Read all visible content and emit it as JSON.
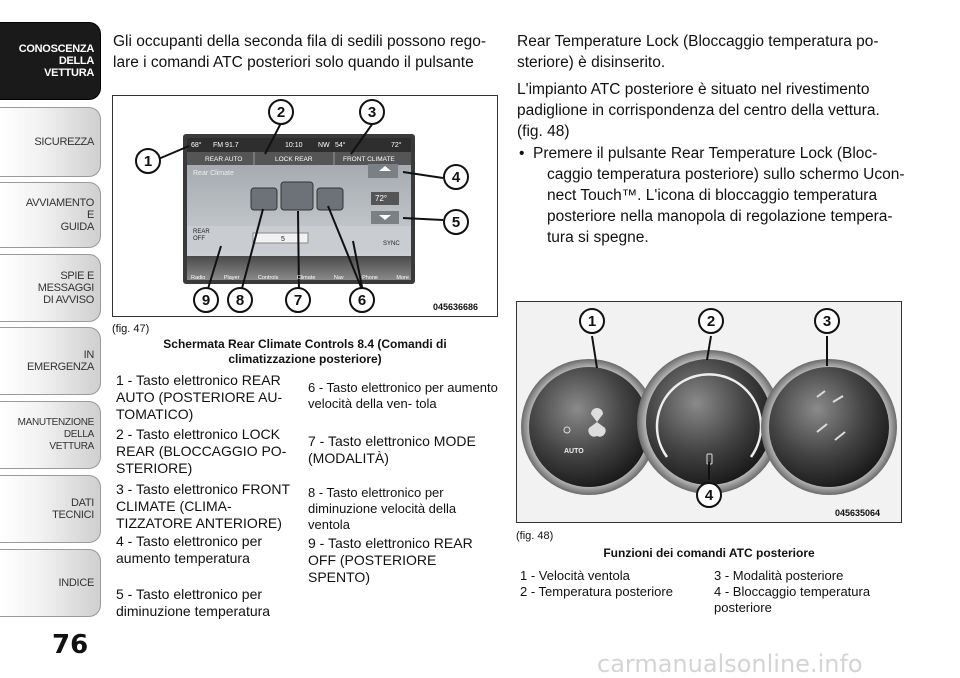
{
  "sidebar": {
    "tabs": [
      {
        "lines": [
          "CONOSCENZA",
          "DELLA",
          "VETTURA"
        ],
        "active": true
      },
      {
        "lines": [
          "SICUREZZA"
        ],
        "active": false
      },
      {
        "lines": [
          "AVVIAMENTO",
          "E",
          "GUIDA"
        ],
        "active": false
      },
      {
        "lines": [
          "SPIE E",
          "MESSAGGI",
          "DI AVVISO"
        ],
        "active": false
      },
      {
        "lines": [
          "IN",
          "EMERGENZA"
        ],
        "active": false
      },
      {
        "lines": [
          "MANUTENZIONE",
          "DELLA",
          "VETTURA"
        ],
        "active": false
      },
      {
        "lines": [
          "DATI",
          "TECNICI"
        ],
        "active": false
      },
      {
        "lines": [
          "INDICE"
        ],
        "active": false
      }
    ],
    "page_number": "76"
  },
  "left_col": {
    "intro_line1": "Gli occupanti della seconda fila di sedili possono rego-",
    "intro_line2": "lare i comandi ATC posteriori solo quando il pulsante",
    "fig47": {
      "label": "(fig. 47)",
      "code": "045636686",
      "caption_line1": "Schermata Rear Climate Controls 8.4 (Comandi di",
      "caption_line2": "climatizzazione posteriore)",
      "screen": {
        "temp_left": "68°",
        "radio": "FM 91.7",
        "time": "10:10",
        "compass": "NW",
        "outside": "54°",
        "temp_right": "72°",
        "rear_auto": "REAR AUTO",
        "lock_rear": "LOCK REAR",
        "front_climate": "FRONT CLIMATE",
        "title": "Rear Climate",
        "set_temp": "72°",
        "rear_off": "REAR OFF",
        "sync": "SYNC",
        "fan_level": "5",
        "bottom_bar": [
          "Radio",
          "Player",
          "Controls",
          "Climate",
          "Nav",
          "Phone",
          "More"
        ]
      },
      "callouts": [
        "1",
        "2",
        "3",
        "4",
        "5",
        "6",
        "7",
        "8",
        "9"
      ],
      "legend_left": [
        "1 - Tasto elettronico REAR AUTO (POSTERIORE AU- TOMATICO)",
        "2 - Tasto elettronico LOCK REAR (BLOCCAGGIO PO- STERIORE)",
        "3 - Tasto elettronico FRONT CLIMATE (CLIMA- TIZZATORE ANTERIORE)",
        "4 - Tasto elettronico per aumento temperatura",
        "5 - Tasto elettronico per diminuzione temperatura"
      ],
      "legend_right": [
        "6 - Tasto elettronico per aumento velocità della ven- tola",
        "7 - Tasto elettronico MODE (MODALITÀ)",
        "8 - Tasto elettronico per diminuzione velocità della ventola",
        "9 - Tasto elettronico REAR OFF (POSTERIORE SPENTO)"
      ]
    }
  },
  "right_col": {
    "para1_line1": "Rear Temperature Lock (Bloccaggio temperatura po-",
    "para1_line2": "steriore) è disinserito.",
    "para2_line1": "L'impianto ATC posteriore è situato nel rivestimento",
    "para2_line2": "padiglione in corrispondenza del centro della vettura.",
    "para2_line3": "(fig. 48)",
    "bullet_marker": "•",
    "bullet_line1": "Premere il pulsante Rear Temperature Lock (Bloc-",
    "bullet_line2": "caggio temperatura posteriore) sullo schermo Ucon-",
    "bullet_line3": "nect Touch™. L'icona di bloccaggio temperatura",
    "bullet_line4": "posteriore nella manopola di regolazione tempera-",
    "bullet_line5": "tura si spegne.",
    "fig48": {
      "label": "(fig. 48)",
      "code": "045635064",
      "auto_text": "AUTO",
      "caption": "Funzioni dei comandi ATC posteriore",
      "callouts": [
        "1",
        "2",
        "3",
        "4"
      ],
      "legend": [
        "1 - Velocità ventola",
        "2 - Temperatura posteriore",
        "3 - Modalità posteriore",
        "4 - Bloccaggio temperatura posteriore"
      ]
    }
  },
  "watermark": "carmanualsonline.info"
}
